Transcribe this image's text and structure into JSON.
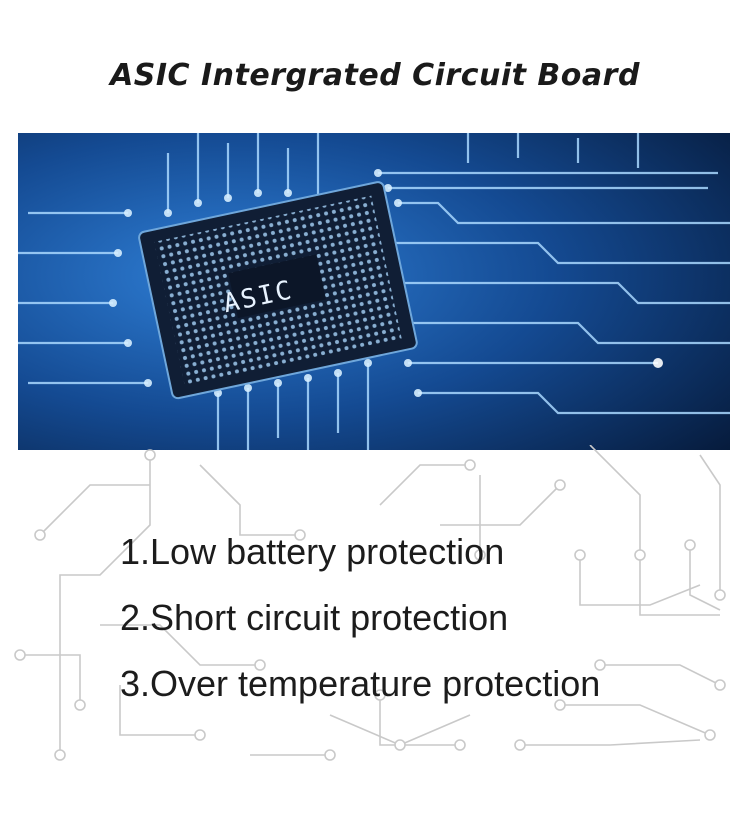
{
  "title": "ASIC Intergrated Circuit Board",
  "chip_label": "ASIC",
  "features": [
    "1.Low battery protection",
    "2.Short circuit protection",
    "3.Over temperature protection"
  ],
  "colors": {
    "photo_dark": "#061a3a",
    "photo_mid": "#1f5fae",
    "photo_light": "#bfe4ff",
    "trace_gray": "#c9c9c9"
  }
}
